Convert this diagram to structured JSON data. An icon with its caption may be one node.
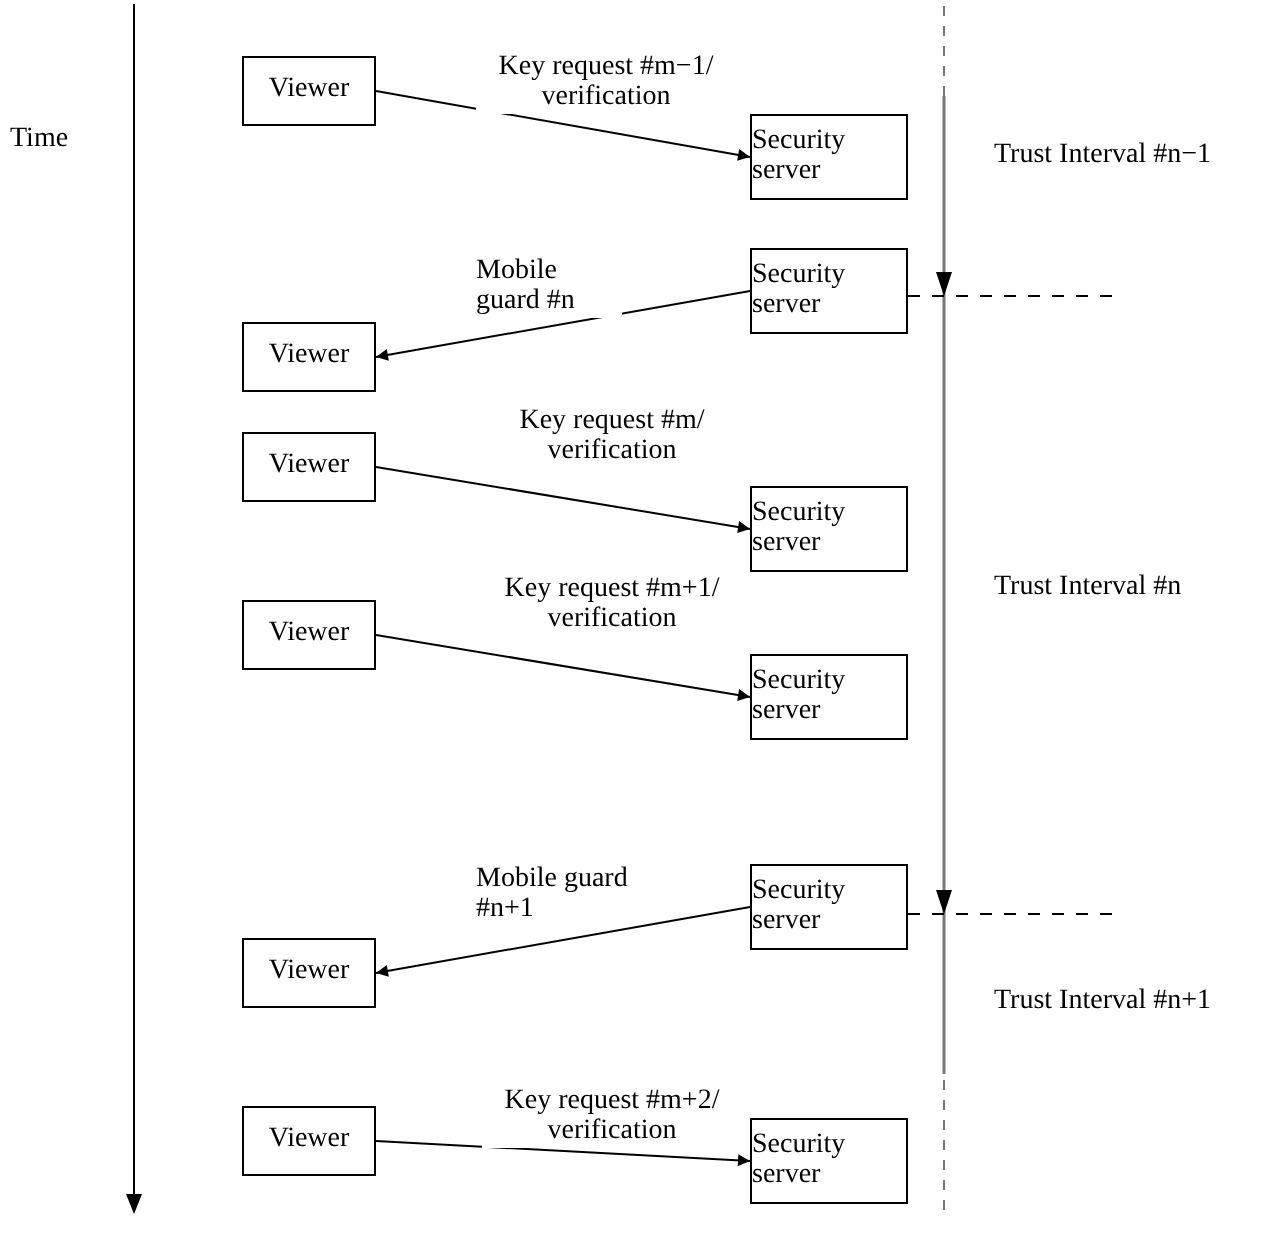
{
  "diagram": {
    "nodes": [
      {
        "text": [
          "Viewer"
        ]
      },
      {
        "text": [
          "Security server"
        ]
      },
      {
        "text": [
          "Security server"
        ]
      },
      {
        "text": [
          "Viewer"
        ]
      },
      {
        "text": [
          "Viewer"
        ]
      },
      {
        "text": [
          "Security server"
        ]
      },
      {
        "text": [
          "Viewer"
        ]
      },
      {
        "text": [
          "Security server"
        ]
      },
      {
        "text": [
          "Security server"
        ]
      },
      {
        "text": [
          "Viewer"
        ]
      },
      {
        "text": [
          "Viewer"
        ]
      },
      {
        "text": [
          "Security server"
        ]
      }
    ],
    "edges": [
      {
        "from": 0,
        "to": 1,
        "arrow": "to",
        "label": "Key request #m−1/ verification"
      },
      {
        "from": 2,
        "to": 3,
        "arrow": "to",
        "label": "Mobile guard #n"
      },
      {
        "from": 4,
        "to": 5,
        "arrow": "to",
        "label": "Key request #m/ verification"
      },
      {
        "from": 6,
        "to": 7,
        "arrow": "to",
        "label": "Key request #m+1/ verification"
      },
      {
        "from": 8,
        "to": 9,
        "arrow": "to",
        "label": "Mobile guard #n+1"
      },
      {
        "from": 10,
        "to": 11,
        "arrow": "to",
        "label": "Key request #m+2/ verification"
      }
    ],
    "labels": [
      "Time",
      "Trust Interval #n−1",
      "Trust Interval #n",
      "Trust Interval #n+1"
    ]
  }
}
